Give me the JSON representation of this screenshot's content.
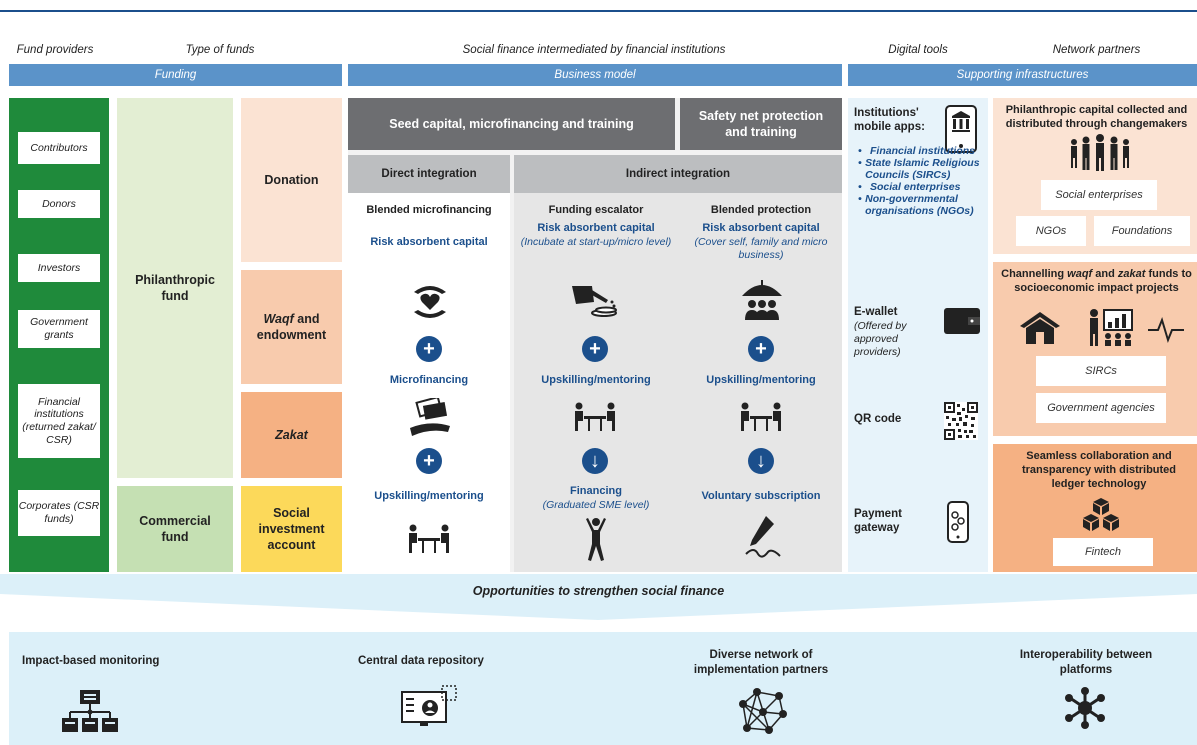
{
  "headers": {
    "fund_providers": "Fund providers",
    "type_of_funds": "Type of funds",
    "social_finance": "Social finance intermediated by financial institutions",
    "digital_tools": "Digital tools",
    "network_partners": "Network partners"
  },
  "bands": {
    "funding": "Funding",
    "business_model": "Business model",
    "supporting": "Supporting infrastructures"
  },
  "providers": [
    "Contributors",
    "Donors",
    "Investors",
    "Government grants",
    "Financial institutions (returned zakat/ CSR)",
    "Corporates (CSR funds)"
  ],
  "funds": {
    "philanthropic": "Philanthropic fund",
    "commercial": "Commercial fund",
    "donation": "Donation",
    "waqf_bold": "Waqf",
    "waqf_rest": " and endowment",
    "zakat": "Zakat",
    "sia": "Social investment account"
  },
  "business": {
    "seed": "Seed capital, microfinancing and training",
    "safety": "Safety net protection and training",
    "direct": "Direct integration",
    "indirect": "Indirect integration",
    "col1": {
      "title": "Blended microfinancing",
      "capital": "Risk absorbent capital",
      "step2": "Microfinancing",
      "step3": "Upskilling/mentoring"
    },
    "col2": {
      "title": "Funding escalator",
      "capital": "Risk absorbent capital",
      "capital_note": "(Incubate at start-up/micro level)",
      "step2": "Upskilling/mentoring",
      "step3": "Financing",
      "step3_note": "(Graduated SME level)"
    },
    "col3": {
      "title": "Blended protection",
      "capital": "Risk absorbent capital",
      "capital_note": "(Cover self, family and micro business)",
      "step2": "Upskilling/mentoring",
      "step3": "Voluntary subscription"
    }
  },
  "digital": {
    "apps_title": "Institutions' mobile apps:",
    "apps_list": [
      "Financial institutions",
      "State Islamic Religious Councils (SIRCs)",
      "Social enterprises",
      "Non-governmental organisations (NGOs)"
    ],
    "ewallet": "E-wallet",
    "ewallet_note": "(Offered by approved providers)",
    "qr": "QR code",
    "payment": "Payment gateway"
  },
  "network": {
    "p1_title": "Philanthropic capital collected and distributed through changemakers",
    "p1_boxes": [
      "Social enterprises",
      "NGOs",
      "Foundations"
    ],
    "p2_title_a": "Channelling ",
    "p2_title_waqf": "waqf",
    "p2_title_b": " and ",
    "p2_title_zakat": "zakat",
    "p2_title_c": " funds to socioeconomic impact projects",
    "p2_boxes": [
      "SIRCs",
      "Government agencies"
    ],
    "p3_title": "Seamless collaboration and transparency with distributed ledger technology",
    "p3_box": "Fintech"
  },
  "opportunities": {
    "title": "Opportunities to strengthen social finance",
    "items": [
      "Impact-based monitoring",
      "Central data repository",
      "Diverse network of implementation partners",
      "Interoperability between platforms"
    ]
  },
  "colors": {
    "navy": "#1b4f8c",
    "band_blue": "#5b93c9",
    "green": "#1f8a3b",
    "light_green": "#e3eed3",
    "peach": "#fbe3d3",
    "orange": "#f5b183",
    "yellow": "#fcd95a",
    "light_blue": "#dcf0f9"
  }
}
